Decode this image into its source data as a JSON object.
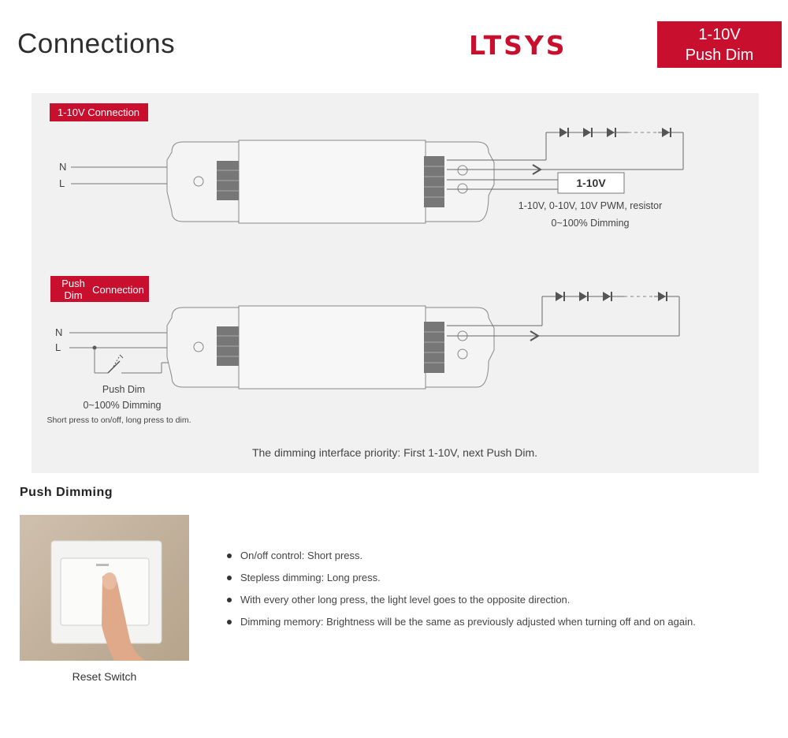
{
  "header": {
    "title": "Connections",
    "brand": "LTSYS",
    "badge_line1": "1-10V",
    "badge_line2": "Push Dim"
  },
  "diagram": {
    "conn1_label": "1-10V Connection",
    "conn2_label_a": "Push",
    "conn2_label_b": "Dim",
    "conn2_label_c": "Connection",
    "input_n": "N",
    "input_l": "L",
    "box_label": "1-10V",
    "signal_types": "1-10V, 0-10V, 10V PWM, resistor",
    "signal_range": "0~100% Dimming",
    "push_title": "Push Dim",
    "push_range": "0~100% Dimming",
    "push_note": "Short press to on/off, long press to dim.",
    "priority_note": "The dimming interface priority: First 1-10V, next Push Dim."
  },
  "push_section": {
    "heading": "Push Dimming",
    "caption": "Reset Switch",
    "bullets": [
      "On/off control: Short press.",
      "Stepless dimming: Long press.",
      "With every other long press, the light level goes to the opposite direction.",
      "Dimming memory: Brightness will be the same as previously adjusted when turning off and on again."
    ]
  },
  "colors": {
    "accent": "#c8102e",
    "panel": "#f1f1f1",
    "wire": "#777777"
  }
}
